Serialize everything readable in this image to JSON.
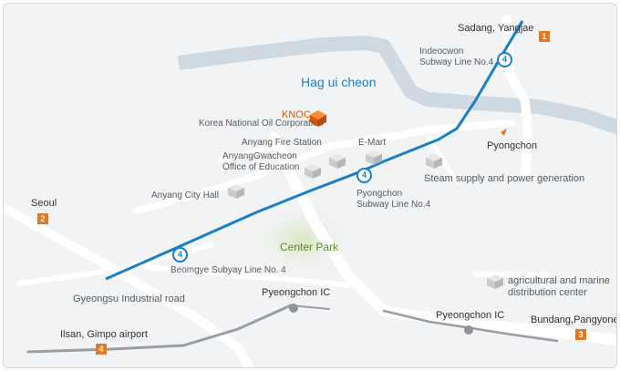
{
  "river": {
    "name": "Hag ui cheon"
  },
  "park": {
    "name": "Center Park"
  },
  "knoc": {
    "name": "KNOC",
    "full_name": "Korea National Oil Corporation"
  },
  "landmarks": {
    "fire_station": "Anyang Fire Station",
    "education_office_line1": "AnyangGwacheon",
    "education_office_line2": "Office of Education",
    "emart": "E-Mart",
    "city_hall": "Anyang City Hall",
    "steam": "Steam supply and power generation",
    "agri_line1": "agricultural and marine",
    "agri_line2": "distribution center"
  },
  "subway": {
    "line_number": "4",
    "indeocwon_line1": "Indeocwon",
    "indeocwon_line2": "Subway Line No.4",
    "pyongchon_line1": "Pyongchon",
    "pyongchon_line2": "Subway Line No.4",
    "beomgye": "Beomgye Subyay Line No. 4"
  },
  "areas": {
    "pyongchon": "Pyongchon",
    "gyeongsu_road": "Gyeongsu Industrial road"
  },
  "interchanges": {
    "pyeongchon_ic_1": "Pyeongchon IC",
    "pyeongchon_ic_2": "Pyeongchon IC"
  },
  "destinations": [
    {
      "num": "1",
      "label": "Sadang, Yangjae"
    },
    {
      "num": "2",
      "label": "Seoul"
    },
    {
      "num": "3",
      "label": "Bundang,Pangyone"
    },
    {
      "num": "4",
      "label": "Ilsan, Gimpo airport"
    }
  ],
  "colors": {
    "subway_line": "#1a7fc8",
    "river": "#cfd9e1",
    "road": "#ffffff",
    "highway": "#9a9da1",
    "park": "#dfe8cf",
    "knoc_accent": "#e05a00",
    "park_label": "#5a8a1e",
    "route_badge": "#e87722"
  }
}
